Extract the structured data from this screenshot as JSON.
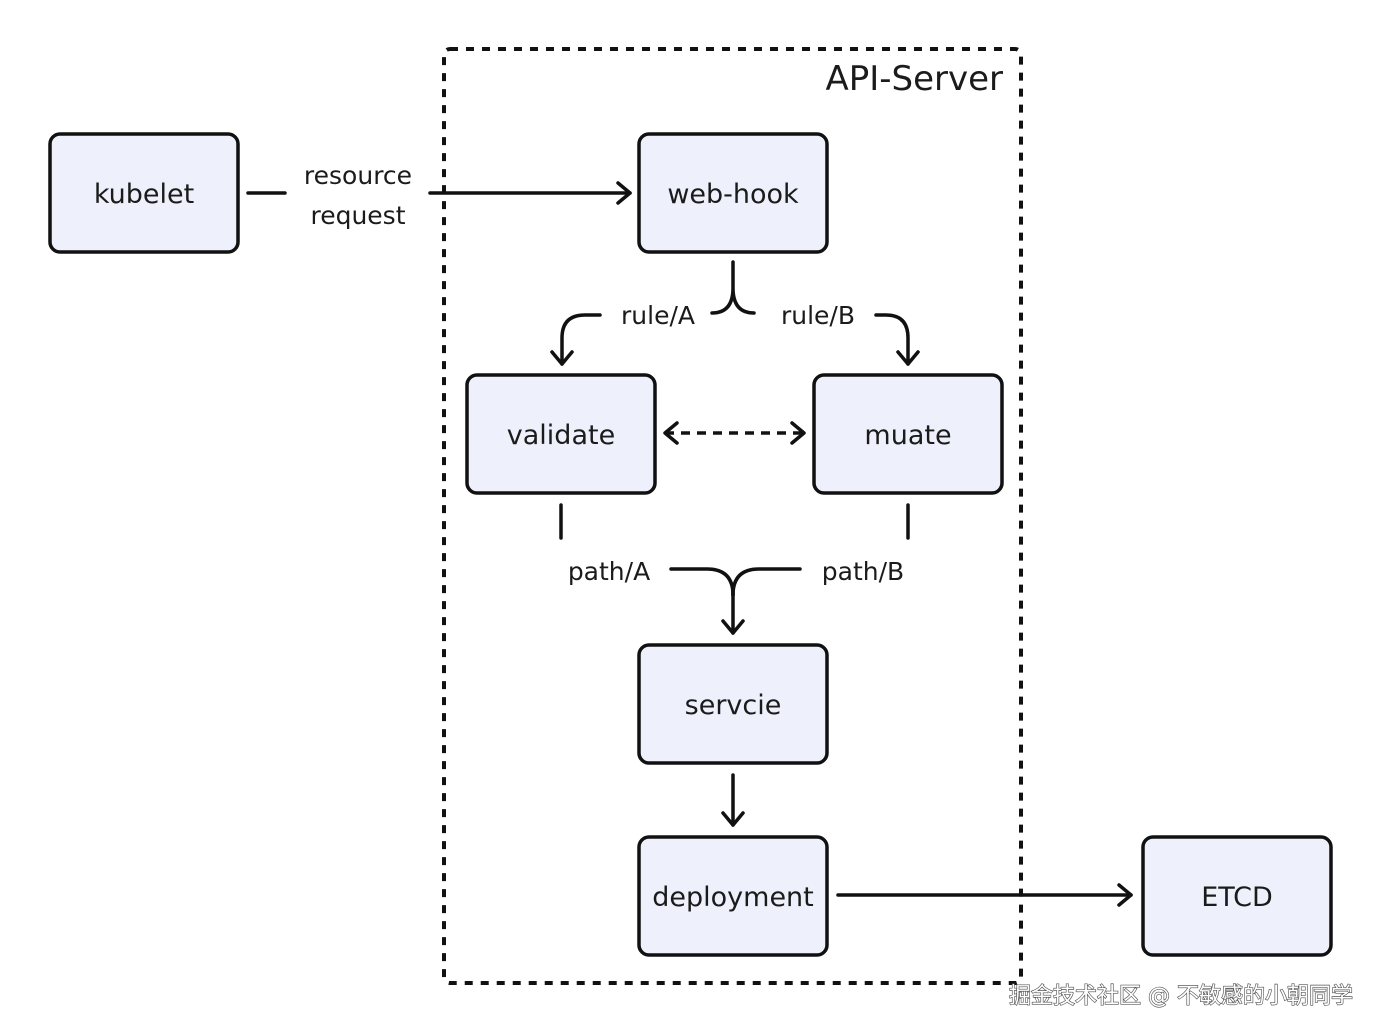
{
  "group": {
    "title": "API-Server"
  },
  "nodes": {
    "kubelet": "kubelet",
    "webhook": "web-hook",
    "validate": "validate",
    "muate": "muate",
    "servcie": "servcie",
    "deployment": "deployment",
    "etcd": "ETCD"
  },
  "edges": {
    "resource_line1": "resource",
    "resource_line2": "request",
    "rule_a": "rule/A",
    "rule_b": "rule/B",
    "path_a": "path/A",
    "path_b": "path/B"
  },
  "watermark": "掘金技术社区 @ 不敏感的小朝同学",
  "colors": {
    "node_fill": "#eef1fb",
    "stroke": "#111111",
    "text": "#1b1b1b"
  }
}
